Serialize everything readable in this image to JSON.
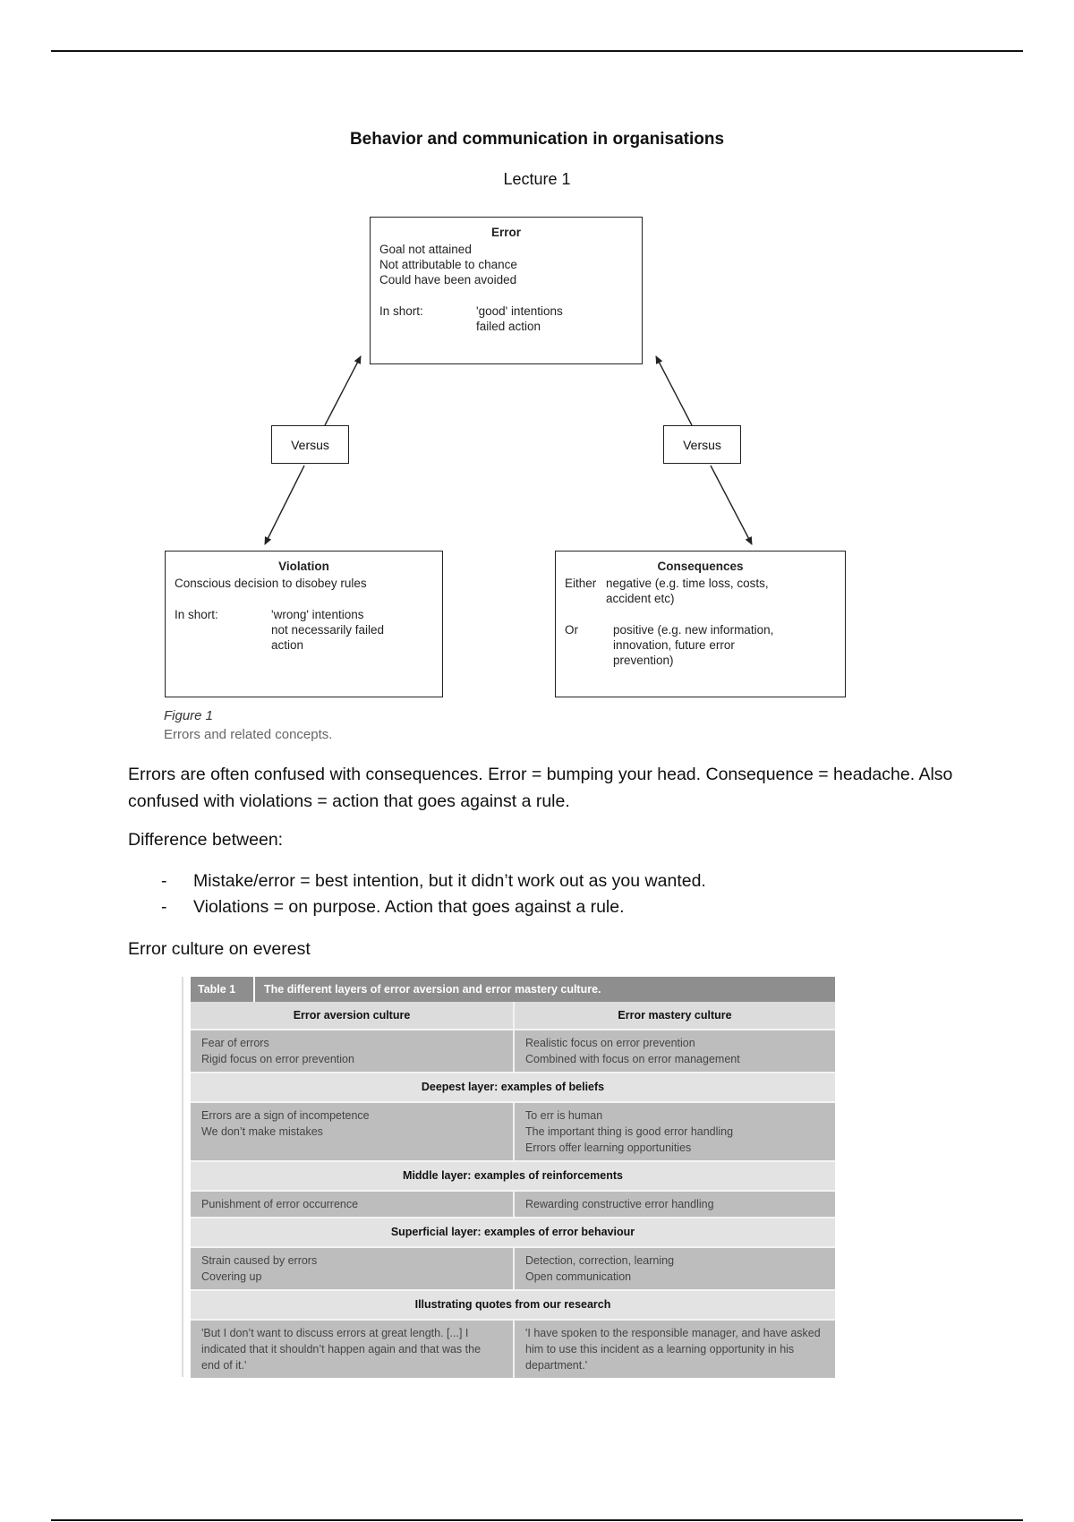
{
  "document": {
    "title": "Behavior and communication in organisations",
    "subtitle": "Lecture 1"
  },
  "figure": {
    "error_box": {
      "heading": "Error",
      "lines": [
        "Goal not attained",
        "Not attributable to chance",
        "Could have been avoided"
      ],
      "short_label": "In short:",
      "short_lines": [
        "'good' intentions",
        "failed action"
      ]
    },
    "versus_left": "Versus",
    "versus_right": "Versus",
    "violation_box": {
      "heading": "Violation",
      "lines": [
        "Conscious decision to disobey rules"
      ],
      "short_label": "In short:",
      "short_lines": [
        "'wrong' intentions",
        "not necessarily failed",
        "action"
      ]
    },
    "consequences_box": {
      "heading": "Consequences",
      "either_label": "Either",
      "either_lines": [
        "negative (e.g. time loss, costs,",
        "accident etc)"
      ],
      "or_label": "Or",
      "or_lines": [
        "positive (e.g. new information,",
        "innovation, future error",
        "prevention)"
      ]
    },
    "caption_label": "Figure 1",
    "caption_text": "Errors and related concepts."
  },
  "body": {
    "p1": "Errors are often confused with consequences. Error = bumping your head. Consequence = headache. Also confused with violations = action that goes against a rule.",
    "p2": "Difference between:",
    "bullets": [
      "Mistake/error = best intention, but it didn’t work out as you wanted.",
      "Violations = on purpose. Action that goes against a rule."
    ],
    "bullet_marker": "-",
    "p3": "Error culture on everest"
  },
  "table": {
    "tag": "Table 1",
    "caption": "The different layers of error aversion and error mastery culture.",
    "col_headers": [
      "Error aversion culture",
      "Error mastery culture"
    ],
    "row1": {
      "left": [
        "Fear of errors",
        "Rigid focus on error prevention"
      ],
      "right": [
        "Realistic focus on error prevention",
        "Combined with focus on error management"
      ]
    },
    "band1": "Deepest layer: examples of beliefs",
    "row2": {
      "left": [
        "Errors are a sign of incompetence",
        "We don’t make mistakes"
      ],
      "right": [
        "To err is human",
        "The important thing is good error handling",
        "Errors offer learning opportunities"
      ]
    },
    "band2": "Middle layer: examples of reinforcements",
    "row3": {
      "left": [
        "Punishment of error occurrence"
      ],
      "right": [
        "Rewarding constructive error handling"
      ]
    },
    "band3": "Superficial layer: examples of error behaviour",
    "row4": {
      "left": [
        "Strain caused by errors",
        "Covering up"
      ],
      "right": [
        "Detection, correction, learning",
        "Open communication"
      ]
    },
    "band4": "Illustrating quotes from our research",
    "row5": {
      "left": "'But I don’t want to discuss errors at great length. [...] I indicated that it shouldn’t happen again and that was the end of it.'",
      "right": "'I have spoken to the responsible manager, and have asked him to use this incident as a learning opportunity in his department.'"
    }
  }
}
